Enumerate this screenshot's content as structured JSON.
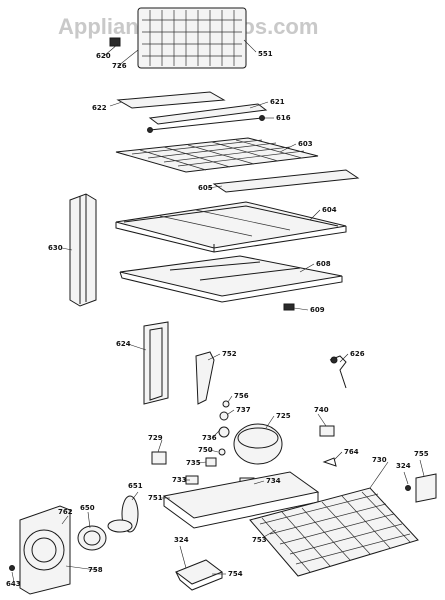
{
  "watermark": "AppliancePartsPros.com",
  "colors": {
    "line": "#1a1a1a",
    "watermark": "#c9c9c9",
    "background": "#ffffff"
  },
  "part_numbers": [
    "620",
    "726",
    "551",
    "622",
    "621",
    "616",
    "603",
    "605",
    "604",
    "630",
    "608",
    "609",
    "624",
    "752",
    "626",
    "756",
    "737",
    "725",
    "740",
    "729",
    "736",
    "750",
    "735",
    "764",
    "730",
    "324",
    "755",
    "733",
    "734",
    "753",
    "751",
    "651",
    "650",
    "762",
    "758",
    "643",
    "754"
  ]
}
